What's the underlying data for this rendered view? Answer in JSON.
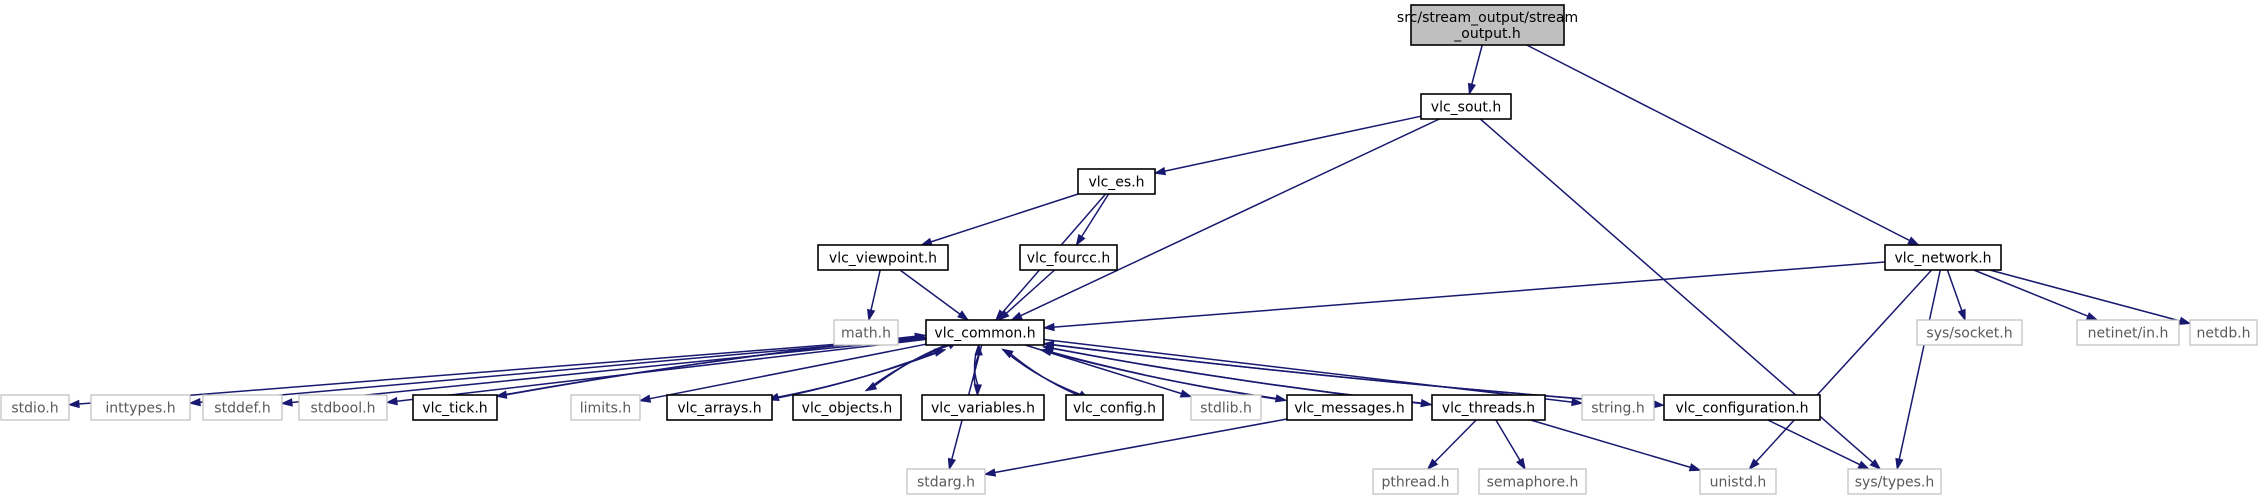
{
  "graph": {
    "colors": {
      "edge": "#191970",
      "internal_border": "#000000",
      "external_border": "#bfbfbf",
      "root_fill": "#bfbfbf"
    },
    "nodes": [
      {
        "id": "root",
        "lines": [
          "src/stream_output/stream",
          "_output.h"
        ],
        "kind": "root"
      },
      {
        "id": "vlc_sout",
        "lines": [
          "vlc_sout.h"
        ],
        "kind": "internal"
      },
      {
        "id": "vlc_network",
        "lines": [
          "vlc_network.h"
        ],
        "kind": "internal"
      },
      {
        "id": "vlc_es",
        "lines": [
          "vlc_es.h"
        ],
        "kind": "internal"
      },
      {
        "id": "vlc_viewpoint",
        "lines": [
          "vlc_viewpoint.h"
        ],
        "kind": "internal"
      },
      {
        "id": "vlc_fourcc",
        "lines": [
          "vlc_fourcc.h"
        ],
        "kind": "internal"
      },
      {
        "id": "math",
        "lines": [
          "math.h"
        ],
        "kind": "external"
      },
      {
        "id": "vlc_common",
        "lines": [
          "vlc_common.h"
        ],
        "kind": "internal"
      },
      {
        "id": "sys_socket",
        "lines": [
          "sys/socket.h"
        ],
        "kind": "external"
      },
      {
        "id": "netinet_in",
        "lines": [
          "netinet/in.h"
        ],
        "kind": "external"
      },
      {
        "id": "netdb",
        "lines": [
          "netdb.h"
        ],
        "kind": "external"
      },
      {
        "id": "stdio",
        "lines": [
          "stdio.h"
        ],
        "kind": "external"
      },
      {
        "id": "inttypes",
        "lines": [
          "inttypes.h"
        ],
        "kind": "external"
      },
      {
        "id": "stddef",
        "lines": [
          "stddef.h"
        ],
        "kind": "external"
      },
      {
        "id": "stdbool",
        "lines": [
          "stdbool.h"
        ],
        "kind": "external"
      },
      {
        "id": "vlc_tick",
        "lines": [
          "vlc_tick.h"
        ],
        "kind": "internal"
      },
      {
        "id": "limits",
        "lines": [
          "limits.h"
        ],
        "kind": "external"
      },
      {
        "id": "vlc_arrays",
        "lines": [
          "vlc_arrays.h"
        ],
        "kind": "internal"
      },
      {
        "id": "vlc_objects",
        "lines": [
          "vlc_objects.h"
        ],
        "kind": "internal"
      },
      {
        "id": "vlc_variables",
        "lines": [
          "vlc_variables.h"
        ],
        "kind": "internal"
      },
      {
        "id": "vlc_config",
        "lines": [
          "vlc_config.h"
        ],
        "kind": "internal"
      },
      {
        "id": "stdlib",
        "lines": [
          "stdlib.h"
        ],
        "kind": "external"
      },
      {
        "id": "vlc_messages",
        "lines": [
          "vlc_messages.h"
        ],
        "kind": "internal"
      },
      {
        "id": "vlc_threads",
        "lines": [
          "vlc_threads.h"
        ],
        "kind": "internal"
      },
      {
        "id": "string",
        "lines": [
          "string.h"
        ],
        "kind": "external"
      },
      {
        "id": "vlc_configuration",
        "lines": [
          "vlc_configuration.h"
        ],
        "kind": "internal"
      },
      {
        "id": "stdarg",
        "lines": [
          "stdarg.h"
        ],
        "kind": "external"
      },
      {
        "id": "pthread",
        "lines": [
          "pthread.h"
        ],
        "kind": "external"
      },
      {
        "id": "semaphore",
        "lines": [
          "semaphore.h"
        ],
        "kind": "external"
      },
      {
        "id": "unistd",
        "lines": [
          "unistd.h"
        ],
        "kind": "external"
      },
      {
        "id": "sys_types",
        "lines": [
          "sys/types.h"
        ],
        "kind": "external"
      }
    ],
    "edges": [
      [
        "root",
        "vlc_sout"
      ],
      [
        "root",
        "vlc_network"
      ],
      [
        "vlc_sout",
        "vlc_es"
      ],
      [
        "vlc_sout",
        "vlc_common"
      ],
      [
        "vlc_sout",
        "sys_types"
      ],
      [
        "vlc_es",
        "vlc_viewpoint"
      ],
      [
        "vlc_es",
        "vlc_fourcc"
      ],
      [
        "vlc_es",
        "vlc_common"
      ],
      [
        "vlc_viewpoint",
        "math"
      ],
      [
        "vlc_viewpoint",
        "vlc_common"
      ],
      [
        "vlc_fourcc",
        "vlc_common"
      ],
      [
        "vlc_network",
        "vlc_common"
      ],
      [
        "vlc_network",
        "sys_socket"
      ],
      [
        "vlc_network",
        "netinet_in"
      ],
      [
        "vlc_network",
        "netdb"
      ],
      [
        "vlc_network",
        "unistd"
      ],
      [
        "vlc_network",
        "sys_types"
      ],
      [
        "vlc_common",
        "stdio"
      ],
      [
        "vlc_common",
        "inttypes"
      ],
      [
        "vlc_common",
        "stddef"
      ],
      [
        "vlc_common",
        "stdbool"
      ],
      [
        "vlc_common",
        "vlc_tick"
      ],
      [
        "vlc_common",
        "limits"
      ],
      [
        "vlc_common",
        "vlc_arrays"
      ],
      [
        "vlc_common",
        "vlc_objects"
      ],
      [
        "vlc_common",
        "vlc_variables"
      ],
      [
        "vlc_common",
        "vlc_config"
      ],
      [
        "vlc_common",
        "stdlib"
      ],
      [
        "vlc_common",
        "vlc_messages"
      ],
      [
        "vlc_common",
        "vlc_threads"
      ],
      [
        "vlc_common",
        "string"
      ],
      [
        "vlc_common",
        "vlc_configuration"
      ],
      [
        "vlc_common",
        "stdarg"
      ],
      [
        "vlc_tick",
        "vlc_common"
      ],
      [
        "vlc_arrays",
        "vlc_common"
      ],
      [
        "vlc_objects",
        "vlc_common"
      ],
      [
        "vlc_variables",
        "vlc_common"
      ],
      [
        "vlc_config",
        "vlc_common"
      ],
      [
        "vlc_messages",
        "vlc_common"
      ],
      [
        "vlc_threads",
        "vlc_common"
      ],
      [
        "vlc_configuration",
        "vlc_common"
      ],
      [
        "vlc_messages",
        "stdarg"
      ],
      [
        "vlc_threads",
        "pthread"
      ],
      [
        "vlc_threads",
        "semaphore"
      ],
      [
        "vlc_threads",
        "unistd"
      ],
      [
        "vlc_configuration",
        "sys_types"
      ]
    ]
  }
}
